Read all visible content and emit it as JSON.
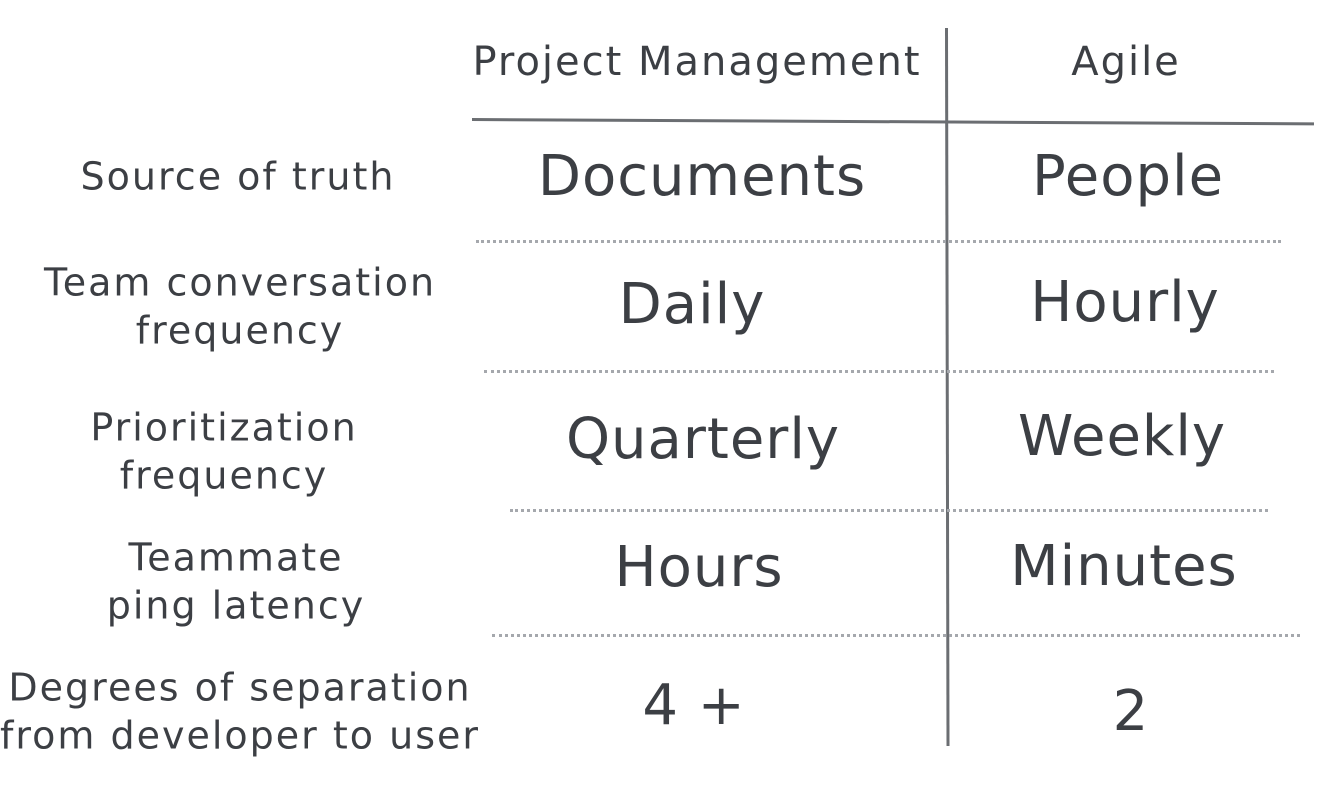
{
  "headers": {
    "project_management": "Project Management",
    "agile": "Agile"
  },
  "rows": [
    {
      "label_lines": [
        "Source of truth"
      ],
      "pm": "Documents",
      "agile": "People"
    },
    {
      "label_lines": [
        "Team conversation",
        "frequency"
      ],
      "pm": "Daily",
      "agile": "Hourly"
    },
    {
      "label_lines": [
        "Prioritization",
        "frequency"
      ],
      "pm": "Quarterly",
      "agile": "Weekly"
    },
    {
      "label_lines": [
        "Teammate",
        "ping latency"
      ],
      "pm": "Hours",
      "agile": "Minutes"
    },
    {
      "label_lines": [
        "Degrees of separation",
        "from developer to user"
      ],
      "pm": "4 +",
      "agile": "2"
    }
  ],
  "colors": {
    "text": "#3c3f44",
    "rule": "#6b6e72",
    "dotted_rule": "#a5a8ad"
  }
}
